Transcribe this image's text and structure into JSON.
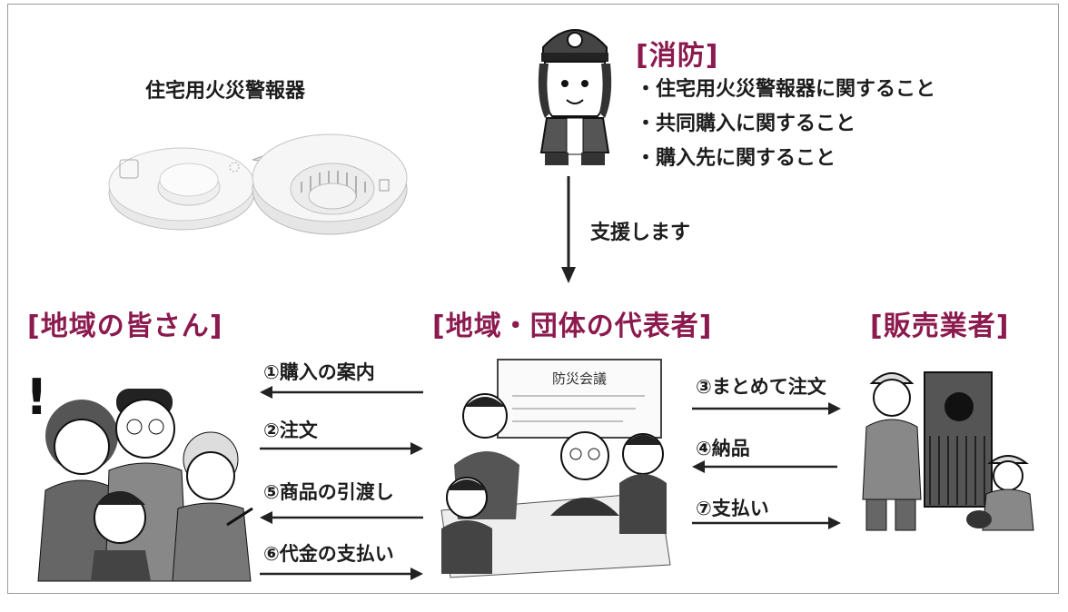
{
  "alarm_section": {
    "title": "住宅用火災警報器"
  },
  "fire_dept": {
    "heading": "[消防]",
    "bullets": [
      "・住宅用火災警報器に関すること",
      "・共同購入に関すること",
      "・購入先に関すること"
    ],
    "support_label": "支援します"
  },
  "parties": {
    "residents": "[地域の皆さん]",
    "representative": "[地域・団体の代表者]",
    "seller": "[販売業者]"
  },
  "flows_left": [
    {
      "label": "①購入の案内",
      "direction": "to-residents"
    },
    {
      "label": "②注文",
      "direction": "to-representative"
    },
    {
      "label": "⑤商品の引渡し",
      "direction": "to-residents"
    },
    {
      "label": "⑥代金の支払い",
      "direction": "to-representative"
    }
  ],
  "flows_right": [
    {
      "label": "③まとめて注文",
      "direction": "to-seller"
    },
    {
      "label": "④納品",
      "direction": "to-representative"
    },
    {
      "label": "⑦支払い",
      "direction": "to-seller"
    }
  ],
  "whiteboard": {
    "title": "防災会議"
  }
}
